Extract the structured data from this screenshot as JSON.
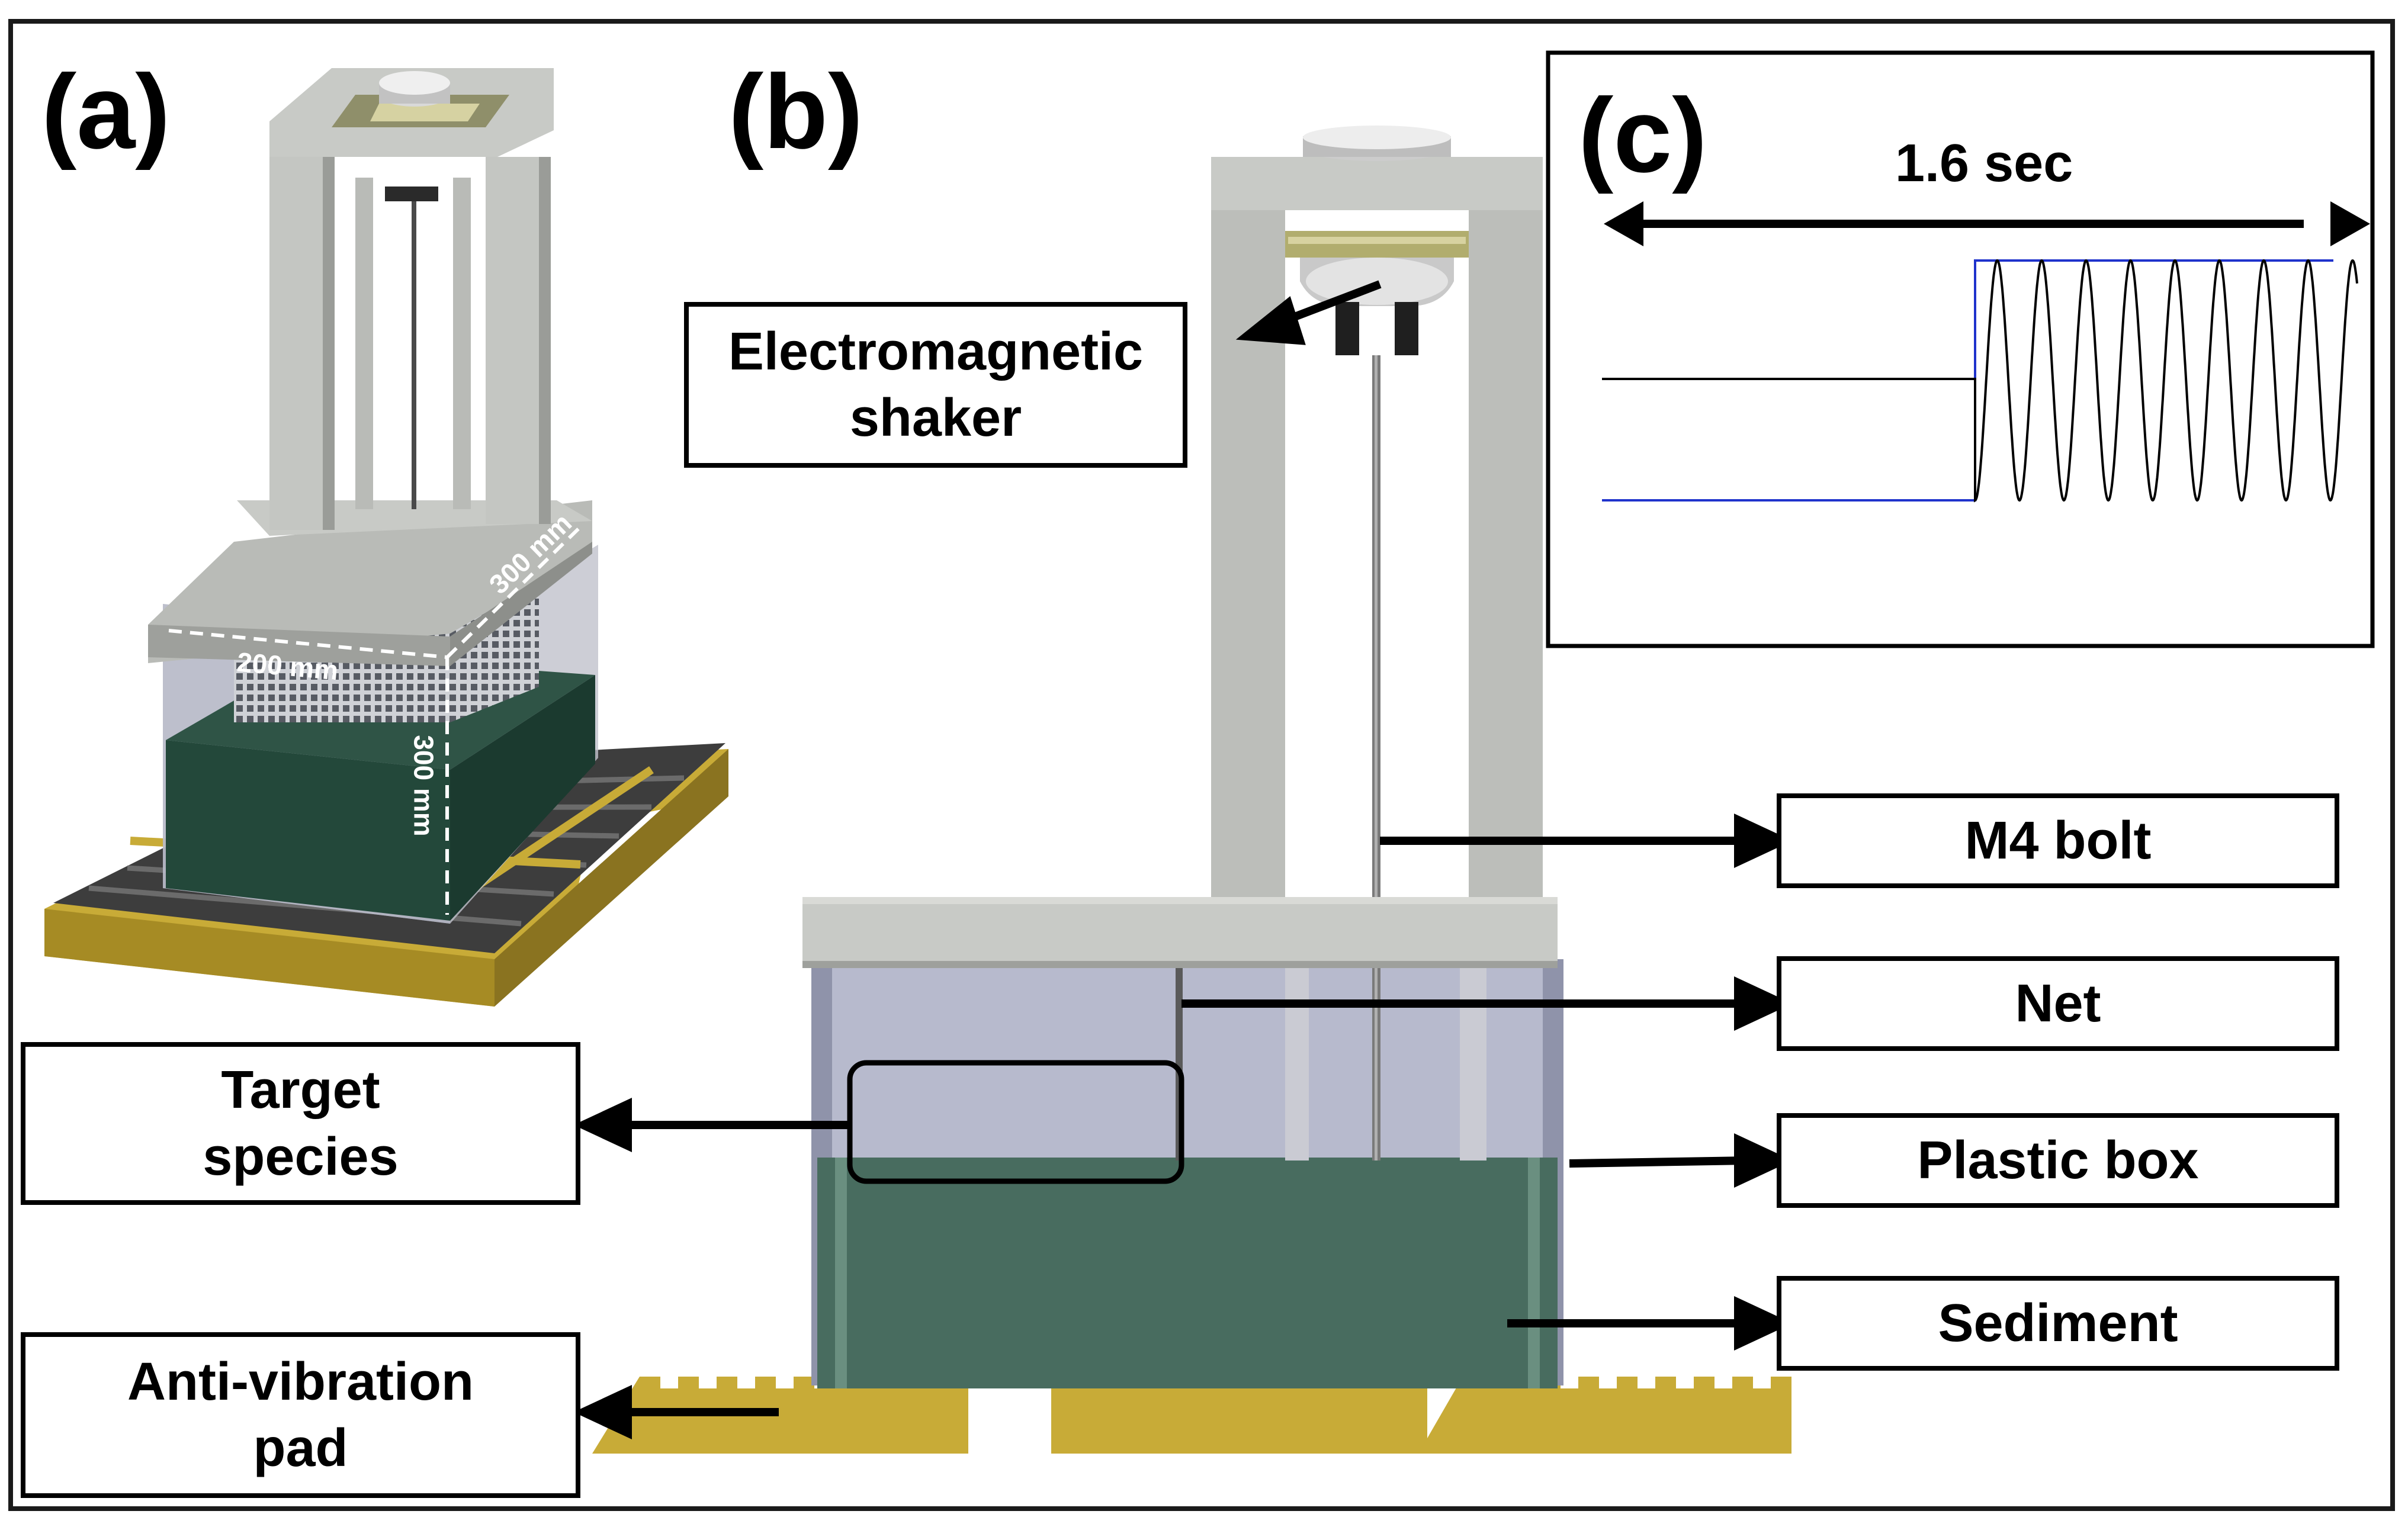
{
  "panels": {
    "a": "(a)",
    "b": "(b)",
    "c": "(c)"
  },
  "dimensions": {
    "width": "200 mm",
    "depth": "300 mm",
    "height": "300 mm"
  },
  "labels": {
    "shaker_line1": "Electromagnetic",
    "shaker_line2": "shaker",
    "bolt": "M4 bolt",
    "net": "Net",
    "target_line1": "Target",
    "target_line2": "species",
    "plastic_box": "Plastic box",
    "sediment": "Sediment",
    "pad_line1": "Anti-vibration",
    "pad_line2": "pad"
  },
  "signal": {
    "duration_label": "1.6 sec",
    "cycles": 8.6,
    "colors": {
      "signal": "#000000",
      "envelope": "#1f33cc"
    }
  },
  "colors": {
    "frame": "#c8cac6",
    "frame_dark": "#9ea09c",
    "sediment": "#486c5f",
    "sediment_dark": "#23483a",
    "water": "#b7bacd",
    "pad": "#c8ab37",
    "pad_dark": "#8a7320",
    "mat": "#3d3d3d"
  }
}
